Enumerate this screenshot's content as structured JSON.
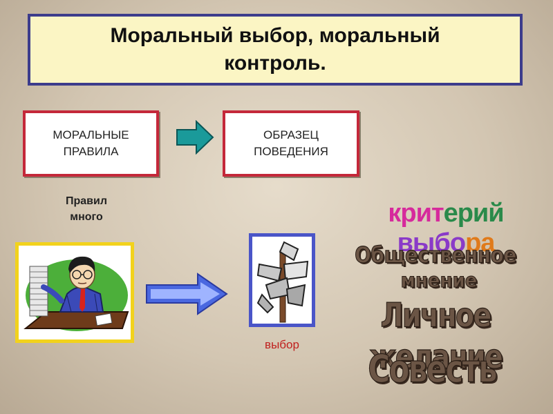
{
  "title": "Моральный выбор, моральный контроль.",
  "concepts": {
    "rules": "МОРАЛЬНЫЕ\nПРАВИЛА",
    "pattern": "ОБРАЗЕЦ\nПОВЕДЕНИЯ"
  },
  "rules_note": "Правил\nмного",
  "choice_label": "выбор",
  "criterion": {
    "title_parts": [
      "крит",
      "ерий ",
      "выбо",
      "ра"
    ],
    "items": [
      "Общественное",
      "мнение",
      "Личное желание",
      "Совесть"
    ]
  },
  "colors": {
    "title_border": "#3c3c8c",
    "title_bg": "#fbf5c4",
    "concept_border": "#c4283a",
    "teal_arrow": "#1a9a9a",
    "blue_arrow": "#4a68e0",
    "picture_frame": "#f2d21c",
    "choice_frame": "#4a55c8",
    "choice_label": "#c0201e"
  },
  "icons": [
    "office-worker-clipart-icon",
    "broken-signpost-clipart-icon"
  ]
}
